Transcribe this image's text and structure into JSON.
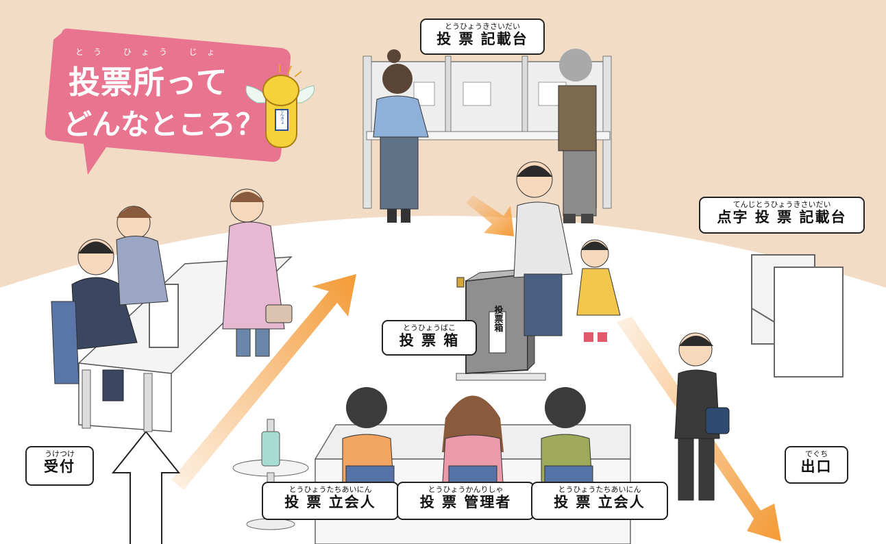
{
  "title": {
    "ruby": "とう ひょう じょ",
    "line1": "投票所って",
    "line2": "どんなところ？"
  },
  "mascot": {
    "badge_text": "せんきょ"
  },
  "ballot_box": {
    "side_text": "投票箱"
  },
  "labels": {
    "kisaidai": {
      "ruby": "とうひょうきさいだい",
      "text": "投 票 記載台"
    },
    "tenji": {
      "ruby": "てんじとうひょうきさいだい",
      "text": "点字 投 票 記載台"
    },
    "touhyoubako": {
      "ruby": "とうひょうばこ",
      "text": "投 票 箱"
    },
    "uketsuke": {
      "ruby": "うけつけ",
      "text": "受付"
    },
    "deguchi": {
      "ruby": "でぐち",
      "text": "出口"
    },
    "tachiainin_1": {
      "ruby": "とうひょうたちあいにん",
      "text": "投 票 立会人"
    },
    "kanrisha": {
      "ruby": "とうひょうかんりしゃ",
      "text": "投 票 管理者"
    },
    "tachiainin_2": {
      "ruby": "とうひょうたちあいにん",
      "text": "投 票 立会人"
    }
  },
  "colors": {
    "background_wall": "#f2dcc6",
    "floor": "#ffffff",
    "title_bubble": "#e9748f",
    "arrow": "#f4a24a",
    "booth": "#ececec",
    "ballot_box": "#8f8f8f",
    "mascot": "#f5d23a"
  }
}
